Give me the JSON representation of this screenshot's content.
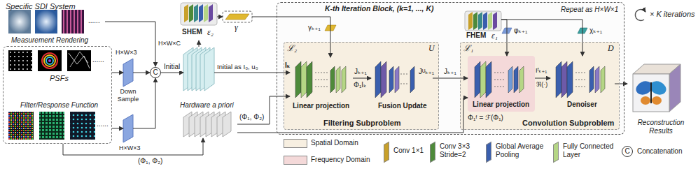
{
  "diagram": {
    "nodes": [
      {
        "text": [
          "PSFs",
          "Filter/Response Function"
        ]
      },
      {
        "text": [
          "H×W×3",
          "Down Sample"
        ]
      },
      {
        "text": [
          "H×W×3"
        ]
      },
      {
        "text": [
          "C"
        ]
      },
      {
        "text": [
          "H×W×C"
        ]
      },
      {
        "text": [
          "SHEM",
          "ε₂"
        ]
      },
      {
        "text": [
          "γ"
        ]
      },
      {
        "text": [
          "Hardware a priori"
        ]
      },
      {
        "text": [
          "K-th Iteration Block, (k=1, ..., K)",
          "Repeat as H×W×1"
        ]
      },
      {
        "text": [
          "FHEM",
          "ε₁"
        ],
        "in": 8
      },
      {
        "text": [
          "ℒ₂",
          "U",
          "Filtering Subproblem"
        ],
        "in": 8
      },
      {
        "text": [
          "Linear projection"
        ],
        "in": 10
      },
      {
        "text": [
          "Fusion Update"
        ],
        "in": 10
      },
      {
        "text": [
          "ℒ₁",
          "D",
          "Convolution Subproblem"
        ],
        "in": 8
      },
      {
        "text": [
          "Linear projection"
        ],
        "in": 13
      },
      {
        "text": [
          "Denoiser"
        ],
        "in": 13
      },
      {
        "text": [
          "Reconstruction Results"
        ]
      }
    ],
    "edges": [
      {
        "from": 0,
        "to": 1,
        "arrow": "to"
      },
      {
        "from": 0,
        "to": 2,
        "arrow": "to"
      },
      {
        "from": 1,
        "to": 3,
        "arrow": "to"
      },
      {
        "from": 2,
        "to": 3,
        "arrow": "to"
      },
      {
        "from": 3,
        "to": 4,
        "arrow": "to",
        "label": "Initial"
      },
      {
        "from": 4,
        "to": 5,
        "arrow": "to"
      },
      {
        "from": 5,
        "to": 6,
        "arrow": "to"
      },
      {
        "from": 0,
        "to": 7,
        "arrow": "to",
        "label": "(Φ₁, Φ₂)"
      },
      {
        "from": 4,
        "to": 11,
        "arrow": "to",
        "label": "Initial as I₀, u₀"
      },
      {
        "from": 7,
        "to": 11,
        "arrow": "to",
        "label": "(Φ₁, Φ₂)"
      },
      {
        "from": 6,
        "to": 11,
        "arrow": "to"
      },
      {
        "from": 11,
        "to": 12,
        "arrow": "to"
      },
      {
        "from": 12,
        "to": 14,
        "arrow": "to"
      },
      {
        "from": 9,
        "to": 14,
        "arrow": "to"
      },
      {
        "from": 9,
        "to": 15,
        "arrow": "to"
      },
      {
        "from": 14,
        "to": 15,
        "arrow": "to"
      },
      {
        "from": 15,
        "to": 16,
        "arrow": "to"
      },
      {
        "from": 7,
        "to": 14,
        "arrow": "to",
        "label": "Φ₁ᶠ = ℱ(Φ₁)"
      }
    ],
    "labels": [
      "Specific SDI System",
      "Measurement Rendering",
      "......",
      "......",
      "......",
      "Iₖ",
      "γₖ₊₁",
      "Jₖ₊₁",
      "Φ₁Iₖ",
      "Jᵁₖ₊₁",
      "Jₖ₊₁",
      "φₖ₊₁",
      "χₖ₊₁",
      "Iᶠₖ₊₁",
      "ℜ(·)",
      "× K iterations",
      "C"
    ],
    "legend": [
      {
        "text": "Spatial Domain",
        "color": "#f7efe1"
      },
      {
        "text": "Frequency Domain",
        "color": "#f4d9d9"
      },
      {
        "text": "Conv 1×1",
        "color": "#c8a02a"
      },
      {
        "text": "Conv 3×3 Stride=2",
        "color": "#4e8a3a"
      },
      {
        "text": "Global Average Pooling",
        "color": "#3a5fae"
      },
      {
        "text": "Fully Connected Layer",
        "color": "#b5d685"
      },
      {
        "text": "Concatenation"
      }
    ]
  }
}
